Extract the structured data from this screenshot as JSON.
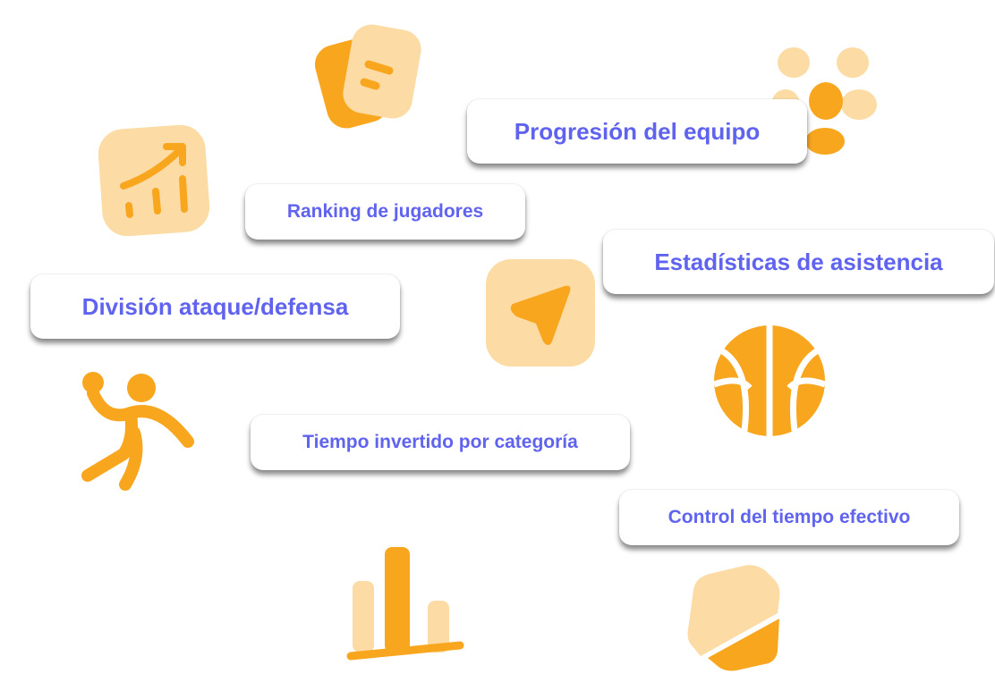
{
  "colors": {
    "accent": "#F9A61F",
    "accent_light": "#FCDBA4",
    "label_text": "#6063EE"
  },
  "labels": {
    "team_progress": "Progresión del equipo",
    "player_ranking": "Ranking de jugadores",
    "assist_stats": "Estadísticas de asistencia",
    "attack_defense": "División ataque/defensa",
    "time_per_category": "Tiempo invertido por categoría",
    "effective_time": "Control del tiempo efectivo"
  }
}
